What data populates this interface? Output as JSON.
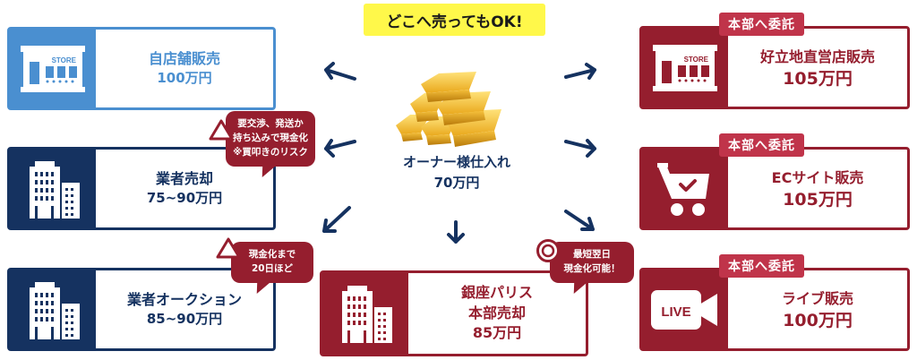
{
  "headline": "どこへ売ってもOK!",
  "center": {
    "title": "オーナー様仕入れ",
    "price": "70万円",
    "icon": "gold-bars-icon"
  },
  "left_cards": [
    {
      "name": "自店舗販売",
      "price": "100万円",
      "icon": "store-icon",
      "color": "#4a8fd0"
    },
    {
      "name": "業者売却",
      "price": "75~90万円",
      "icon": "building-icon",
      "color": "#153260"
    },
    {
      "name": "業者オークション",
      "price": "85~90万円",
      "icon": "building-icon",
      "color": "#153260"
    }
  ],
  "bottom_card": {
    "name": "銀座パリス",
    "name2": "本部売却",
    "price": "85万円",
    "icon": "building-icon",
    "color": "#951e2e"
  },
  "right_cards": [
    {
      "tag": "本部へ委託",
      "name": "好立地直営店販売",
      "price": "105万円",
      "icon": "store-icon",
      "color": "#951e2e"
    },
    {
      "tag": "本部へ委託",
      "name": "ECサイト販売",
      "price": "105万円",
      "icon": "shopping-cart-icon",
      "color": "#951e2e"
    },
    {
      "tag": "本部へ委託",
      "name": "ライブ販売",
      "price": "100万円",
      "icon": "live-camera-icon",
      "icon_text": "LIVE",
      "color": "#951e2e"
    }
  ],
  "bubbles": [
    {
      "mark": "triangle",
      "lines": [
        "要交渉、発送か",
        "持ち込みで現金化",
        "※買叩きのリスク"
      ]
    },
    {
      "mark": "triangle",
      "lines": [
        "現金化まで",
        "20日ほど"
      ]
    },
    {
      "mark": "double-circle",
      "lines": [
        "最短翌日",
        "現金化可能！"
      ]
    }
  ],
  "store_sign": "STORE",
  "colors": {
    "blue": "#4a8fd0",
    "navy": "#153260",
    "red": "#951e2e",
    "tag": "#c0344a",
    "yellow": "#fff84a"
  }
}
